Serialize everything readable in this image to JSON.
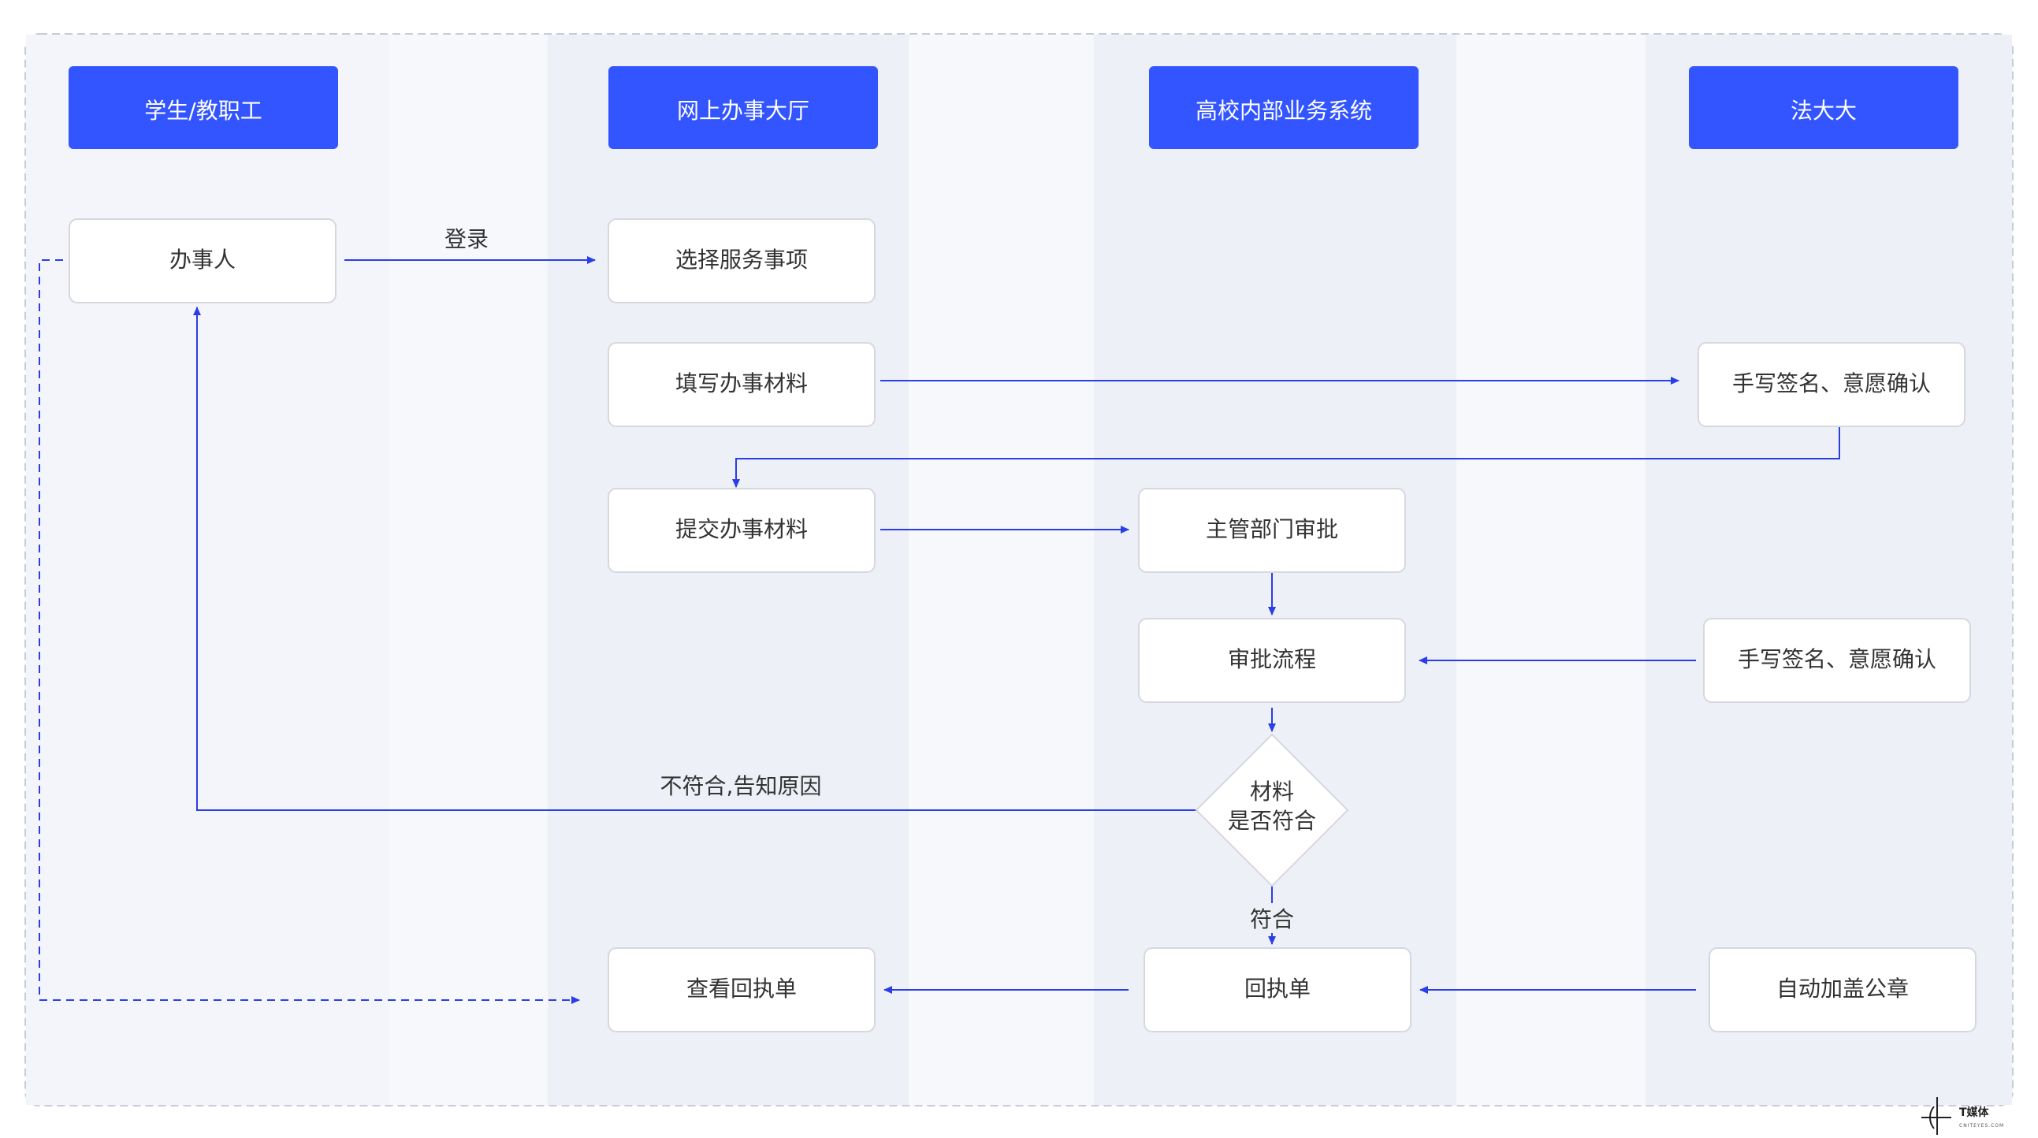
{
  "lanes": [
    "学生/教职工",
    "网上办事大厅",
    "高校内部业务系统",
    "法大大"
  ],
  "nodes": {
    "applicant": "办事人",
    "select_service": "选择服务事项",
    "fill_materials": "填写办事材料",
    "sign_confirm_1": "手写签名、意愿确认",
    "submit_materials": "提交办事材料",
    "dept_approval": "主管部门审批",
    "approval_process": "审批流程",
    "sign_confirm_2": "手写签名、意愿确认",
    "decision_line1": "材料",
    "decision_line2": "是否符合",
    "view_receipt": "查看回执单",
    "receipt": "回执单",
    "auto_stamp": "自动加盖公章"
  },
  "edge_labels": {
    "login": "登录",
    "reject": "不符合,告知原因",
    "accept": "符合"
  },
  "watermark": {
    "name": "T媒体",
    "site": "CNITEYES.COM"
  },
  "colors": {
    "header": "#3355ff",
    "arrow": "#2a3ee8",
    "lane_light": "#f7f8fc",
    "lane_dark": "#eef0f7"
  }
}
